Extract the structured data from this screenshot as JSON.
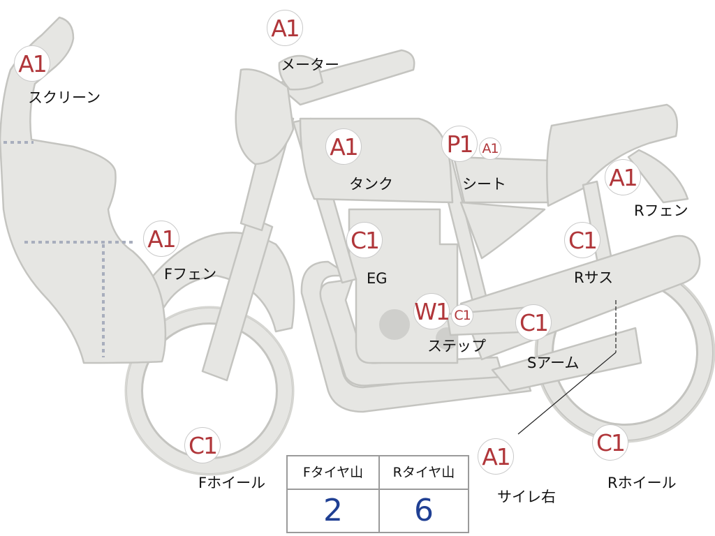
{
  "parts": [
    {
      "id": "screen",
      "grade": "A1",
      "label": "スクリーン"
    },
    {
      "id": "meter",
      "grade": "A1",
      "label": "メーター"
    },
    {
      "id": "tank",
      "grade": "A1",
      "label": "タンク"
    },
    {
      "id": "seat",
      "grade": "P1",
      "grade2": "A1",
      "label": "シート"
    },
    {
      "id": "rear-fender",
      "grade": "A1",
      "label": "Rフェン"
    },
    {
      "id": "front-fender",
      "grade": "A1",
      "label": "Fフェン"
    },
    {
      "id": "engine",
      "grade": "C1",
      "label": "EG"
    },
    {
      "id": "rear-susp",
      "grade": "C1",
      "label": "Rサス"
    },
    {
      "id": "step",
      "grade": "W1",
      "grade2": "C1",
      "label": "ステップ"
    },
    {
      "id": "swingarm",
      "grade": "C1",
      "label": "Sアーム"
    },
    {
      "id": "front-wheel",
      "grade": "C1",
      "label": "Fホイール"
    },
    {
      "id": "silencer",
      "grade": "A1",
      "label": "サイレ右"
    },
    {
      "id": "rear-wheel",
      "grade": "C1",
      "label": "Rホイール"
    }
  ],
  "tire_tread": {
    "front_label": "Fタイヤ山",
    "front_value": "2",
    "rear_label": "Rタイヤ山",
    "rear_value": "6"
  },
  "colors": {
    "body_fill": "#e6e6e3",
    "body_stroke": "#c4c4c0",
    "grade_text": "#b0363a",
    "tread_value": "#1f3f93"
  }
}
